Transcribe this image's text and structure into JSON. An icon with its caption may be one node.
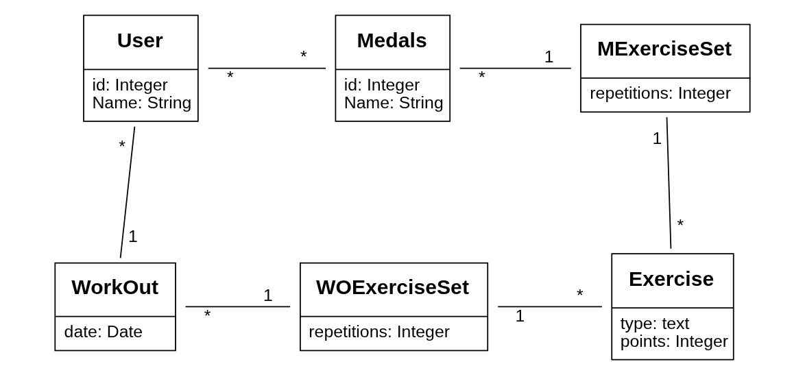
{
  "diagram": {
    "nodes": [
      {
        "text": [
          "User",
          "id: Integer",
          "Name: String"
        ]
      },
      {
        "text": [
          "Medals",
          "id: Integer",
          "Name: String"
        ]
      },
      {
        "text": [
          "MExerciseSet",
          "repetitions: Integer"
        ]
      },
      {
        "text": [
          "WorkOut",
          "date: Date"
        ]
      },
      {
        "text": [
          "WOExerciseSet",
          "repetitions: Integer"
        ]
      },
      {
        "text": [
          "Exercise",
          "type: text",
          "points: Integer"
        ]
      }
    ],
    "edges": [
      {
        "from": 0,
        "to": 1,
        "arrow": "none"
      },
      {
        "from": 1,
        "to": 2,
        "arrow": "none"
      },
      {
        "from": 0,
        "to": 3,
        "arrow": "none"
      },
      {
        "from": 2,
        "to": 5,
        "arrow": "none"
      },
      {
        "from": 3,
        "to": 4,
        "arrow": "none"
      },
      {
        "from": 4,
        "to": 5,
        "arrow": "none"
      }
    ],
    "labels": [
      "*",
      "*",
      "*",
      "1",
      "*",
      "1",
      "1",
      "*",
      "*",
      "1",
      "1",
      "*"
    ]
  }
}
